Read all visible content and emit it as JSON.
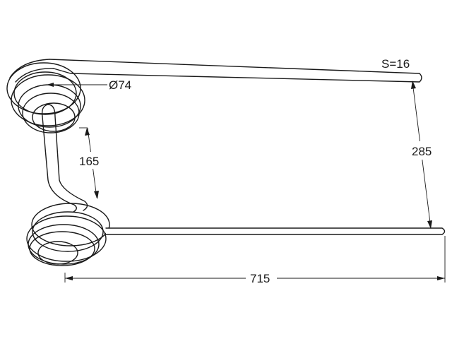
{
  "labels": {
    "wire_thickness": "S=16",
    "coil_diameter": "Ø74",
    "coil_spacing": "165",
    "tine_gap": "285",
    "overall_length": "715"
  }
}
